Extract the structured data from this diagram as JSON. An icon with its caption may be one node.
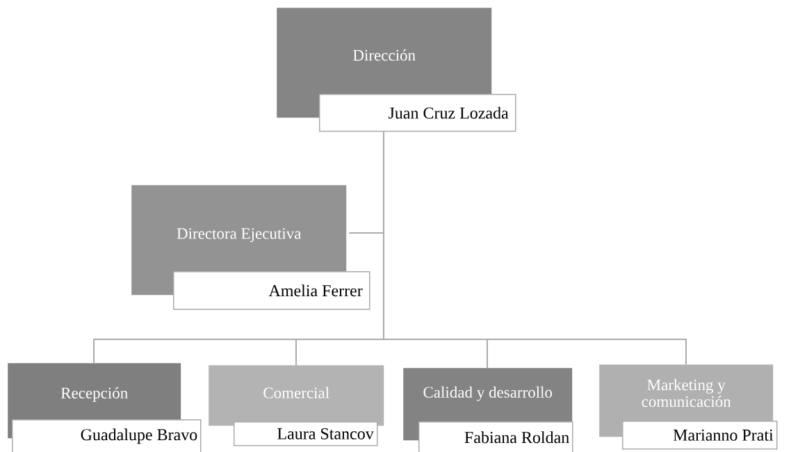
{
  "diagram": {
    "nodes": [
      {
        "text": [
          "Dirección"
        ]
      },
      {
        "text": [
          "Juan Cruz Lozada"
        ]
      },
      {
        "text": [
          "Directora Ejecutiva"
        ]
      },
      {
        "text": [
          "Amelia Ferrer"
        ]
      },
      {
        "text": [
          "Recepción"
        ]
      },
      {
        "text": [
          "Guadalupe Bravo"
        ]
      },
      {
        "text": [
          "Comercial"
        ]
      },
      {
        "text": [
          "Laura Stancov"
        ]
      },
      {
        "text": [
          "Calidad y desarrollo"
        ]
      },
      {
        "text": [
          "Fabiana Roldan"
        ]
      },
      {
        "text": [
          "Marketing y comunicación"
        ]
      },
      {
        "text": [
          "Marianno Prati"
        ]
      }
    ],
    "edges": [
      {
        "from": 1,
        "to": 2,
        "arrow": "none"
      },
      {
        "from": 1,
        "to": 4,
        "arrow": "none"
      },
      {
        "from": 1,
        "to": 6,
        "arrow": "none"
      },
      {
        "from": 1,
        "to": 8,
        "arrow": "none"
      },
      {
        "from": 1,
        "to": 10,
        "arrow": "none"
      }
    ]
  }
}
